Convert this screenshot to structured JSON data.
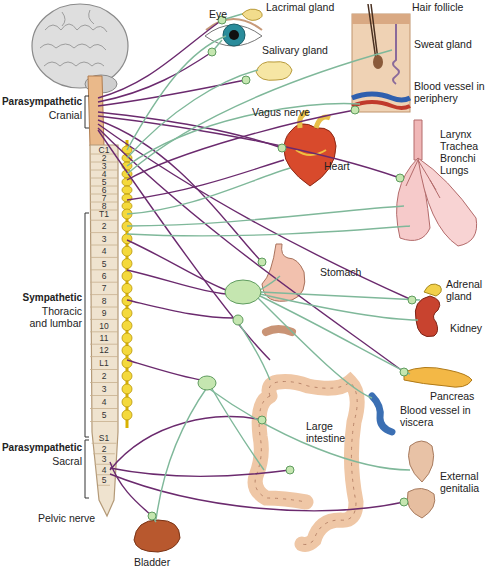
{
  "diagram": {
    "labels": [
      "Lacrimal gland",
      "Eye",
      "Salivary gland",
      "Hair follicle",
      "Sweat gland",
      "Blood vessel in periphery",
      "Parasympathetic",
      "Cranial",
      "Vagus nerve",
      "Heart",
      "Larynx Trachea Bronchi Lungs",
      "C1",
      "2",
      "3",
      "4",
      "5",
      "6",
      "7",
      "8",
      "T1",
      "2",
      "3",
      "4",
      "5",
      "6",
      "7",
      "8",
      "9",
      "10",
      "11",
      "12",
      "L1",
      "2",
      "3",
      "4",
      "5",
      "S1",
      "2",
      "3",
      "4",
      "5",
      "Sympathetic",
      "Thoracic and lumbar",
      "Stomach",
      "Adrenal gland",
      "Kidney",
      "Pancreas",
      "Blood vessel in viscera",
      "Large intestine",
      "Parasympathetic",
      "Sacral",
      "Pelvic nerve",
      "Bladder",
      "External genitalia"
    ]
  }
}
